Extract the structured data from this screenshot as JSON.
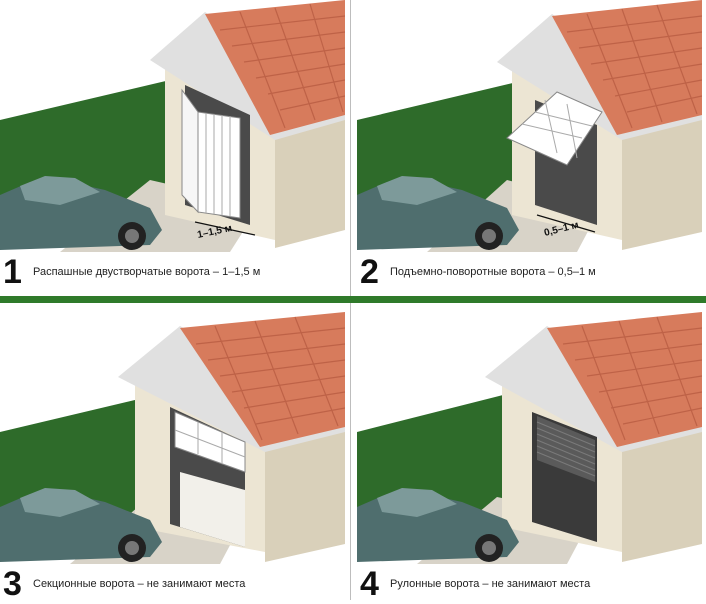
{
  "colors": {
    "grass": "#2e6b2a",
    "wall": "#ece5d3",
    "wall_shadow": "#d9d0ba",
    "roof": "#d77b5c",
    "roof_dark": "#b85c42",
    "paving": "#d8d3c8",
    "car": "#4f6e6e",
    "accent_band": "#2f7a2a"
  },
  "panels": [
    {
      "number": "1",
      "caption": "Распашные двустворчатые ворота – 1–1,5 м",
      "dimension_label": "1–1,5 м",
      "door_icon": "swing-double-gate-icon"
    },
    {
      "number": "2",
      "caption": "Подъемно-поворотные ворота – 0,5–1 м",
      "dimension_label": "0,5–1 м",
      "door_icon": "up-and-over-gate-icon"
    },
    {
      "number": "3",
      "caption": "Секционные ворота – не занимают места",
      "dimension_label": "",
      "door_icon": "sectional-gate-icon"
    },
    {
      "number": "4",
      "caption": "Рулонные ворота – не занимают места",
      "dimension_label": "",
      "door_icon": "roller-shutter-gate-icon"
    }
  ]
}
